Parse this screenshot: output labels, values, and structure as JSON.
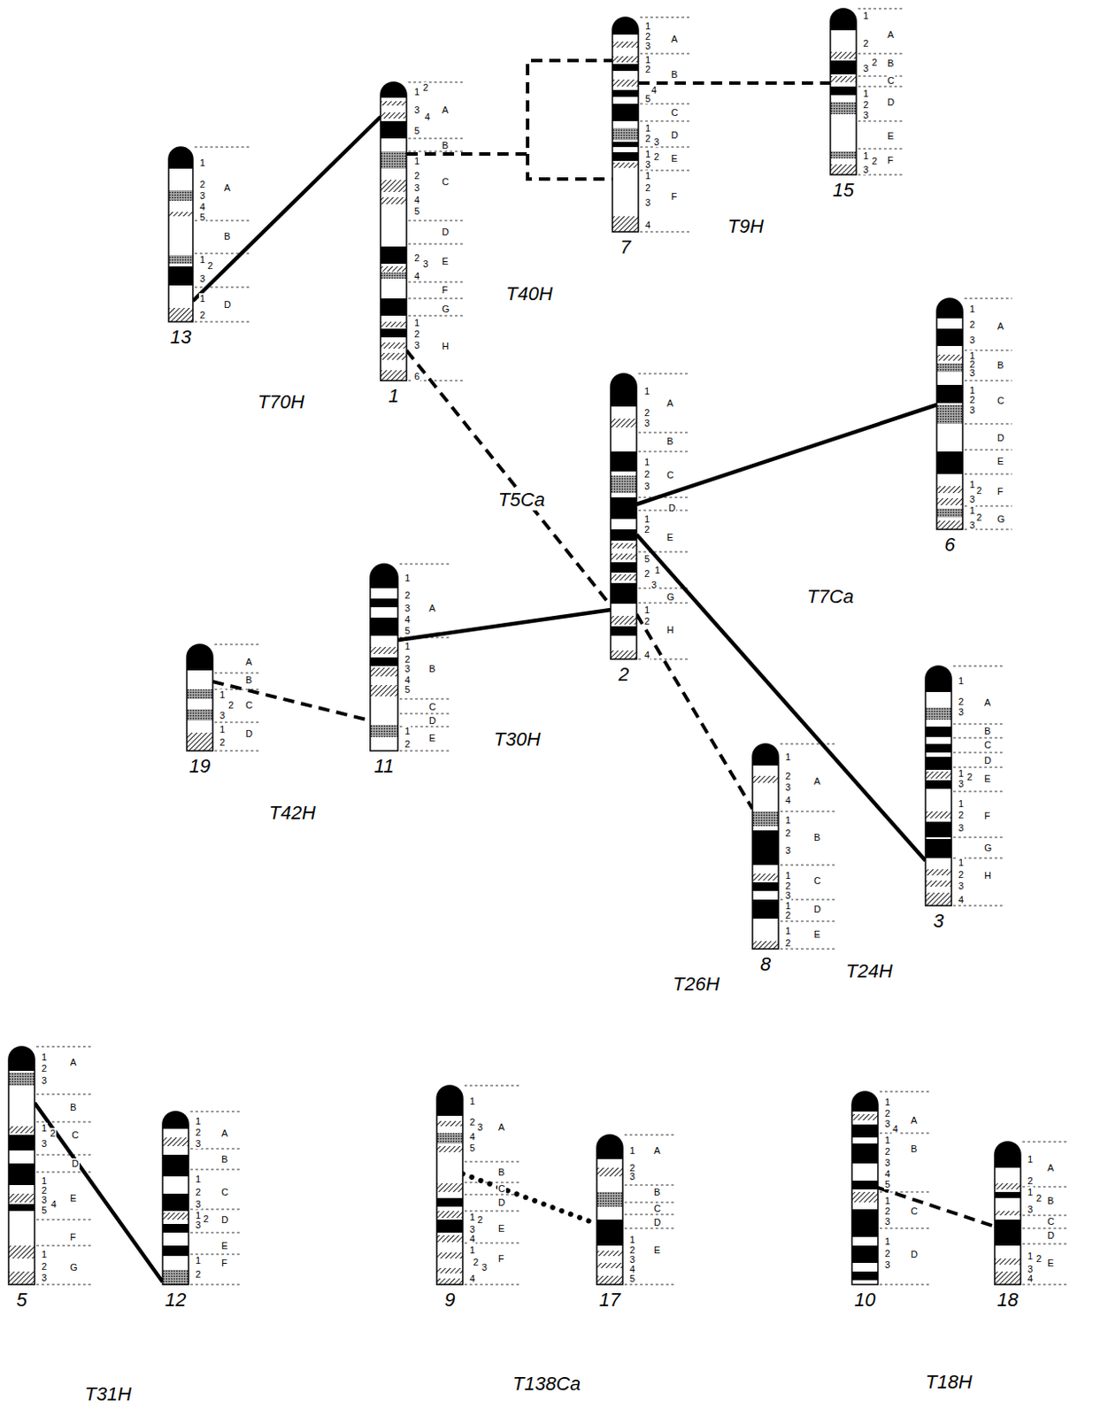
{
  "diagram": {
    "nodes": [
      {
        "text": [
          "13"
        ]
      },
      {
        "text": [
          "1"
        ]
      },
      {
        "text": [
          "7"
        ]
      },
      {
        "text": [
          "15"
        ]
      },
      {
        "text": [
          "6"
        ]
      },
      {
        "text": [
          "2"
        ]
      },
      {
        "text": [
          "19"
        ]
      },
      {
        "text": [
          "11"
        ]
      },
      {
        "text": [
          "3"
        ]
      },
      {
        "text": [
          "8"
        ]
      },
      {
        "text": [
          "5"
        ]
      },
      {
        "text": [
          "12"
        ]
      },
      {
        "text": [
          "9"
        ]
      },
      {
        "text": [
          "17"
        ]
      },
      {
        "text": [
          "10"
        ]
      },
      {
        "text": [
          "18"
        ]
      }
    ],
    "edges": [
      {
        "from": 0,
        "to": 1,
        "arrow": "none",
        "label": "T70H"
      },
      {
        "from": 1,
        "to": 2,
        "arrow": "none",
        "label": "T40H"
      },
      {
        "from": 2,
        "to": 3,
        "arrow": "none",
        "label": "T9H"
      },
      {
        "from": 1,
        "to": 5,
        "arrow": "none",
        "label": "T5Ca"
      },
      {
        "from": 5,
        "to": 4,
        "arrow": "none",
        "label": "T7Ca"
      },
      {
        "from": 5,
        "to": 8,
        "arrow": "none",
        "label": "T24H"
      },
      {
        "from": 5,
        "to": 9,
        "arrow": "none",
        "label": "T26H"
      },
      {
        "from": 7,
        "to": 5,
        "arrow": "none",
        "label": "T30H"
      },
      {
        "from": 6,
        "to": 7,
        "arrow": "none",
        "label": "T42H"
      },
      {
        "from": 10,
        "to": 11,
        "arrow": "none",
        "label": "T31H"
      },
      {
        "from": 12,
        "to": 13,
        "arrow": "none",
        "label": "T138Ca"
      },
      {
        "from": 14,
        "to": 15,
        "arrow": "none",
        "label": "T18H"
      }
    ],
    "labels": [
      "1",
      "2",
      "3",
      "4",
      "5",
      "A",
      "B",
      "1",
      "2",
      "3",
      "1",
      "2",
      "D",
      "1",
      "2",
      "3",
      "4",
      "5",
      "A",
      "B",
      "1",
      "2",
      "3",
      "4",
      "5",
      "C",
      "D",
      "2",
      "3",
      "4",
      "E",
      "F",
      "G",
      "1",
      "2",
      "3",
      "H",
      "6",
      "1",
      "2",
      "3",
      "A",
      "1",
      "2",
      "4",
      "5",
      "B",
      "C",
      "1",
      "2",
      "3",
      "D",
      "1",
      "2",
      "3",
      "E",
      "1",
      "2",
      "3",
      "4",
      "F",
      "1",
      "2",
      "A",
      "3",
      "2",
      "B",
      "C",
      "1",
      "2",
      "3",
      "D",
      "E",
      "1",
      "2",
      "3",
      "F",
      "1",
      "2",
      "3",
      "A",
      "1",
      "2",
      "3",
      "B",
      "1",
      "2",
      "3",
      "C",
      "D",
      "E",
      "1",
      "2",
      "3",
      "F",
      "1",
      "2",
      "3",
      "G",
      "1",
      "2",
      "3",
      "A",
      "B",
      "1",
      "2",
      "3",
      "C",
      "D",
      "1",
      "2",
      "E",
      "5",
      "2",
      "1",
      "3",
      "G",
      "1",
      "2",
      "H",
      "4",
      "A",
      "B",
      "1",
      "2",
      "3",
      "C",
      "1",
      "2",
      "D",
      "1",
      "2",
      "3",
      "4",
      "5",
      "A",
      "1",
      "2",
      "3",
      "4",
      "5",
      "B",
      "C",
      "D",
      "1",
      "2",
      "E",
      "1",
      "2",
      "3",
      "A",
      "B",
      "C",
      "D",
      "1",
      "2",
      "3",
      "E",
      "1",
      "2",
      "3",
      "F",
      "G",
      "1",
      "2",
      "3",
      "4",
      "H",
      "1",
      "2",
      "3",
      "4",
      "A",
      "1",
      "2",
      "3",
      "B",
      "1",
      "2",
      "3",
      "C",
      "1",
      "2",
      "D",
      "1",
      "2",
      "E",
      "1",
      "2",
      "3",
      "A",
      "B",
      "1",
      "2",
      "3",
      "C",
      "D",
      "1",
      "2",
      "3",
      "4",
      "5",
      "E",
      "F",
      "1",
      "2",
      "3",
      "G",
      "1",
      "2",
      "3",
      "A",
      "B",
      "1",
      "2",
      "3",
      "C",
      "1",
      "2",
      "3",
      "D",
      "E",
      "1",
      "2",
      "F",
      "1",
      "2",
      "3",
      "4",
      "5",
      "A",
      "B",
      "C",
      "D",
      "1",
      "2",
      "3",
      "4",
      "E",
      "1",
      "2",
      "3",
      "4",
      "F",
      "1",
      "2",
      "3",
      "A",
      "B",
      "C",
      "D",
      "1",
      "2",
      "3",
      "4",
      "5",
      "E",
      "1",
      "2",
      "3",
      "4",
      "A",
      "1",
      "2",
      "3",
      "4",
      "5",
      "B",
      "1",
      "2",
      "3",
      "C",
      "1",
      "2",
      "3",
      "D",
      "1",
      "2",
      "A",
      "1",
      "2",
      "3",
      "B",
      "C",
      "D",
      "1",
      "2",
      "3",
      "4",
      "E"
    ]
  }
}
